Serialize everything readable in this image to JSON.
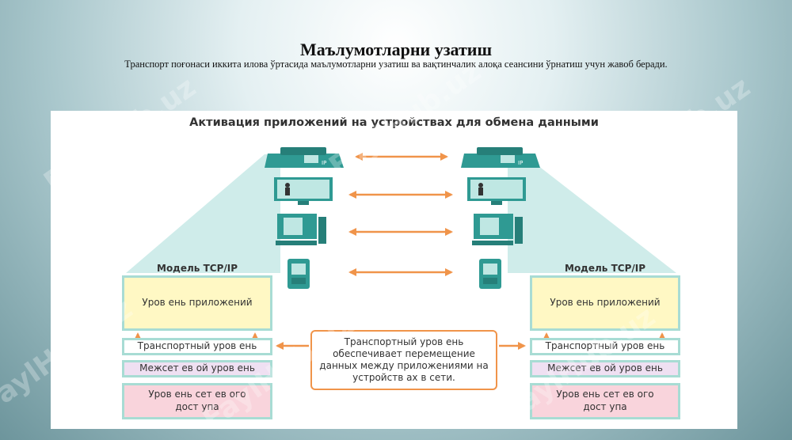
{
  "slide": {
    "title": "Маълумотларни узатиш",
    "subtitle": "Транспорт поғонаси иккита илова ўртасида маълумотларни узатиш ва вақтинчалик алоқа сеансини ўрнатиш учун жавоб беради."
  },
  "watermark": "FaylHub.uz",
  "figure": {
    "title": "Активация приложений на устройствах для обмена данными",
    "devices": [
      "ip-phone",
      "monitor",
      "computer",
      "pda"
    ],
    "left_model": {
      "label": "Модель TCP/IP",
      "layers": [
        "Уров ень приложений",
        "Транспортный уров ень",
        "Межсет ев ой уров ень",
        "Уров ень сет ев ого\nдост упа"
      ]
    },
    "right_model": {
      "label": "Модель TCP/IP",
      "layers": [
        "Уров ень приложений",
        "Транспортный уров ень",
        "Межсет ев ой уров ень",
        "Уров ень сет ев ого\nдост упа"
      ]
    },
    "callout": "Транспортный уров ень обеспечивает перемещение данных между приложениями на устройств ах в сети."
  },
  "colors": {
    "teal": "#2f9a93",
    "arrow": "#f0944a",
    "app_layer": "#fff8c4",
    "internet_layer": "#efe0f2",
    "access_layer": "#f9d4dc",
    "layer_border": "#a8dcd4"
  }
}
